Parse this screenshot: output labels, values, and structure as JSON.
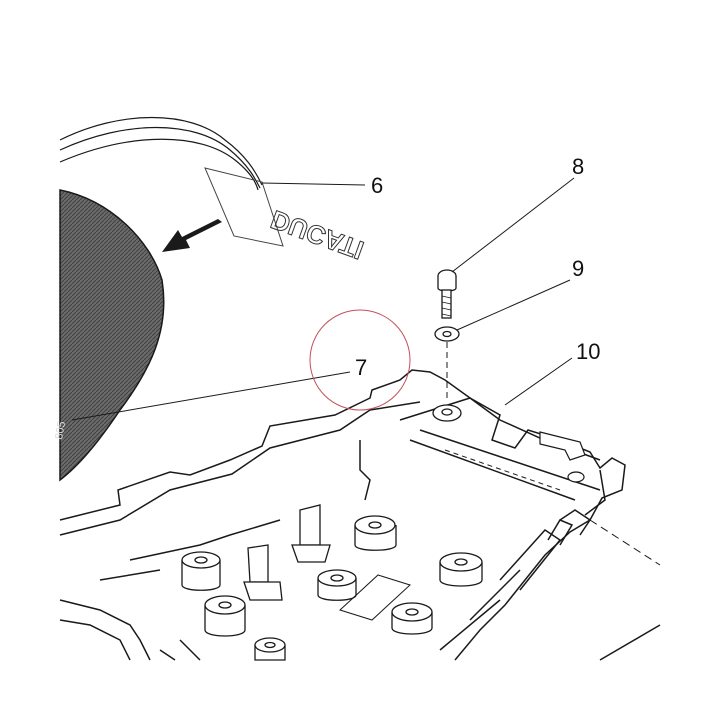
{
  "diagram": {
    "callouts": [
      {
        "id": "6",
        "label": "6"
      },
      {
        "id": "7",
        "label": "7"
      },
      {
        "id": "8",
        "label": "8"
      },
      {
        "id": "9",
        "label": "9"
      },
      {
        "id": "10",
        "label": "10"
      }
    ],
    "decal_text": "DUCATI",
    "seat_edge_text": "805",
    "colors": {
      "line": "#1a1a1a",
      "highlight_circle": "#c0505a",
      "seat_fill": "#555555"
    }
  }
}
